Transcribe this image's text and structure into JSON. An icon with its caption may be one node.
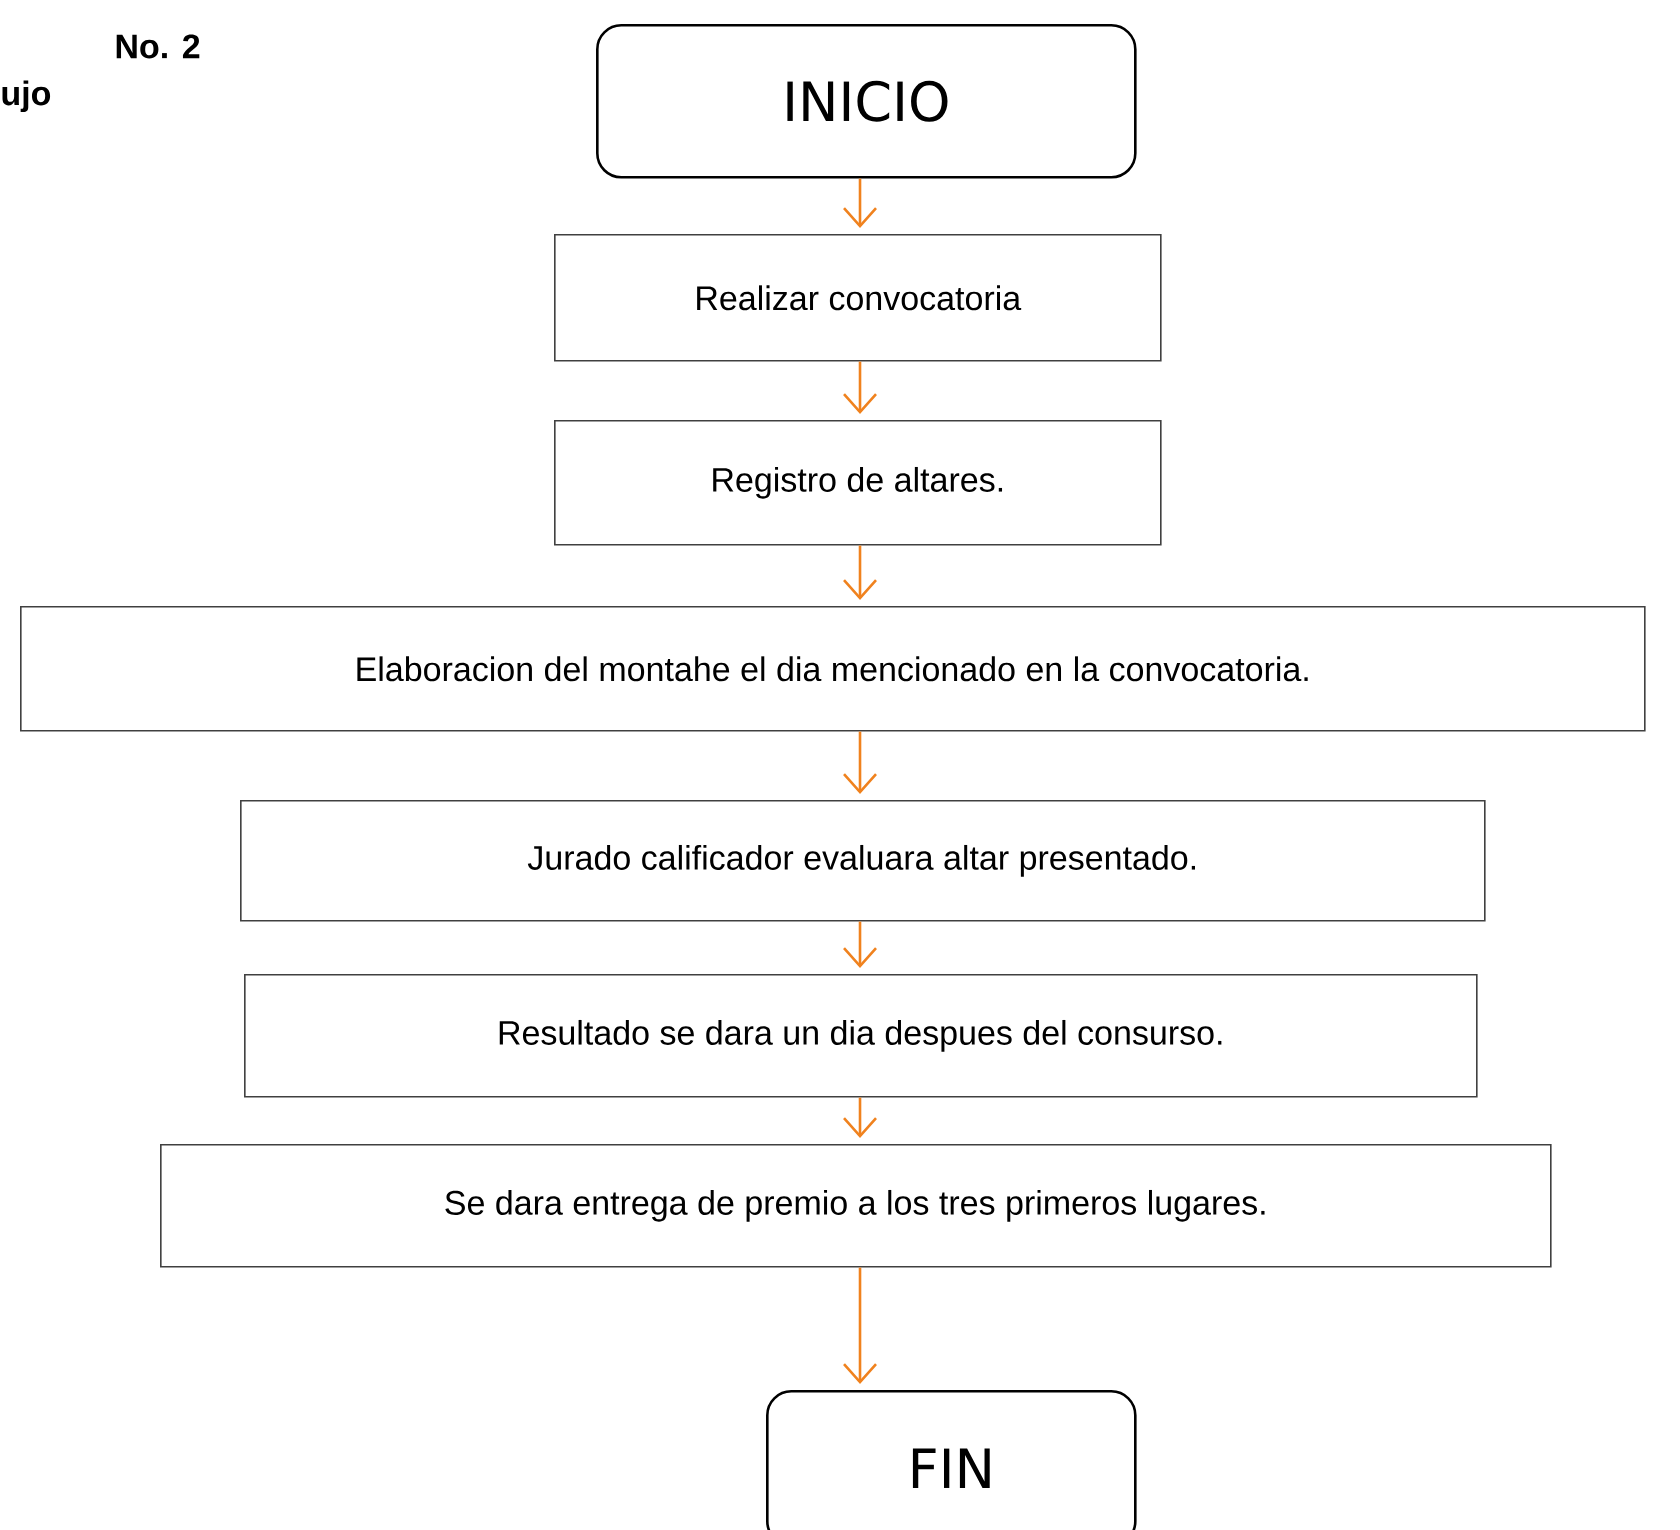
{
  "diagram": {
    "nodes": [
      {
        "text": [
          "INICIO"
        ]
      },
      {
        "text": [
          "Realizar convocatoria"
        ]
      },
      {
        "text": [
          "Registro de altares."
        ]
      },
      {
        "text": [
          "Elaboracion del montahe el dia mencionado en la convocatoria."
        ]
      },
      {
        "text": [
          "Jurado calificador evaluara altar presentado."
        ]
      },
      {
        "text": [
          "Resultado se dara un dia despues del consurso."
        ]
      },
      {
        "text": [
          "Se dara entrega de premio a los tres primeros lugares."
        ]
      },
      {
        "text": [
          "FIN"
        ]
      }
    ],
    "edges": [
      {
        "from": 0,
        "to": 1,
        "arrow": "to",
        "color": "#f0821e"
      },
      {
        "from": 1,
        "to": 2,
        "arrow": "to",
        "color": "#f0821e"
      },
      {
        "from": 2,
        "to": 3,
        "arrow": "to",
        "color": "#f0821e"
      },
      {
        "from": 3,
        "to": 4,
        "arrow": "to",
        "color": "#f0821e"
      },
      {
        "from": 4,
        "to": 5,
        "arrow": "to",
        "color": "#f0821e"
      },
      {
        "from": 5,
        "to": 6,
        "arrow": "to",
        "color": "#f0821e"
      },
      {
        "from": 6,
        "to": 7,
        "arrow": "to",
        "color": "#f0821e"
      }
    ],
    "labels": [
      "No. 2",
      "ujo"
    ]
  }
}
